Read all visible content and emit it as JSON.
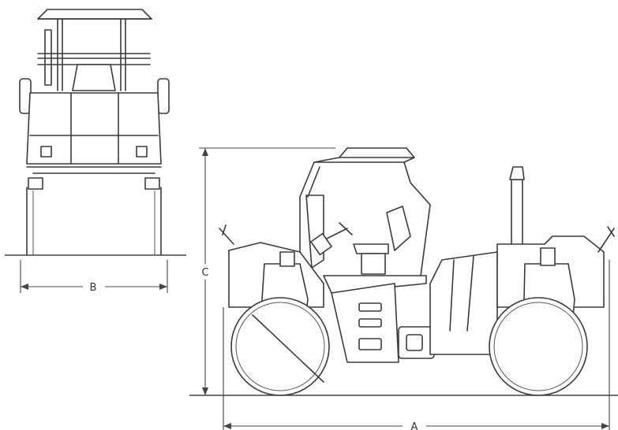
{
  "dimensions": {
    "length_label": "A",
    "width_label": "B",
    "height_label": "C"
  },
  "colors": {
    "line": "#3a3a3a",
    "background": "#ffffff"
  }
}
